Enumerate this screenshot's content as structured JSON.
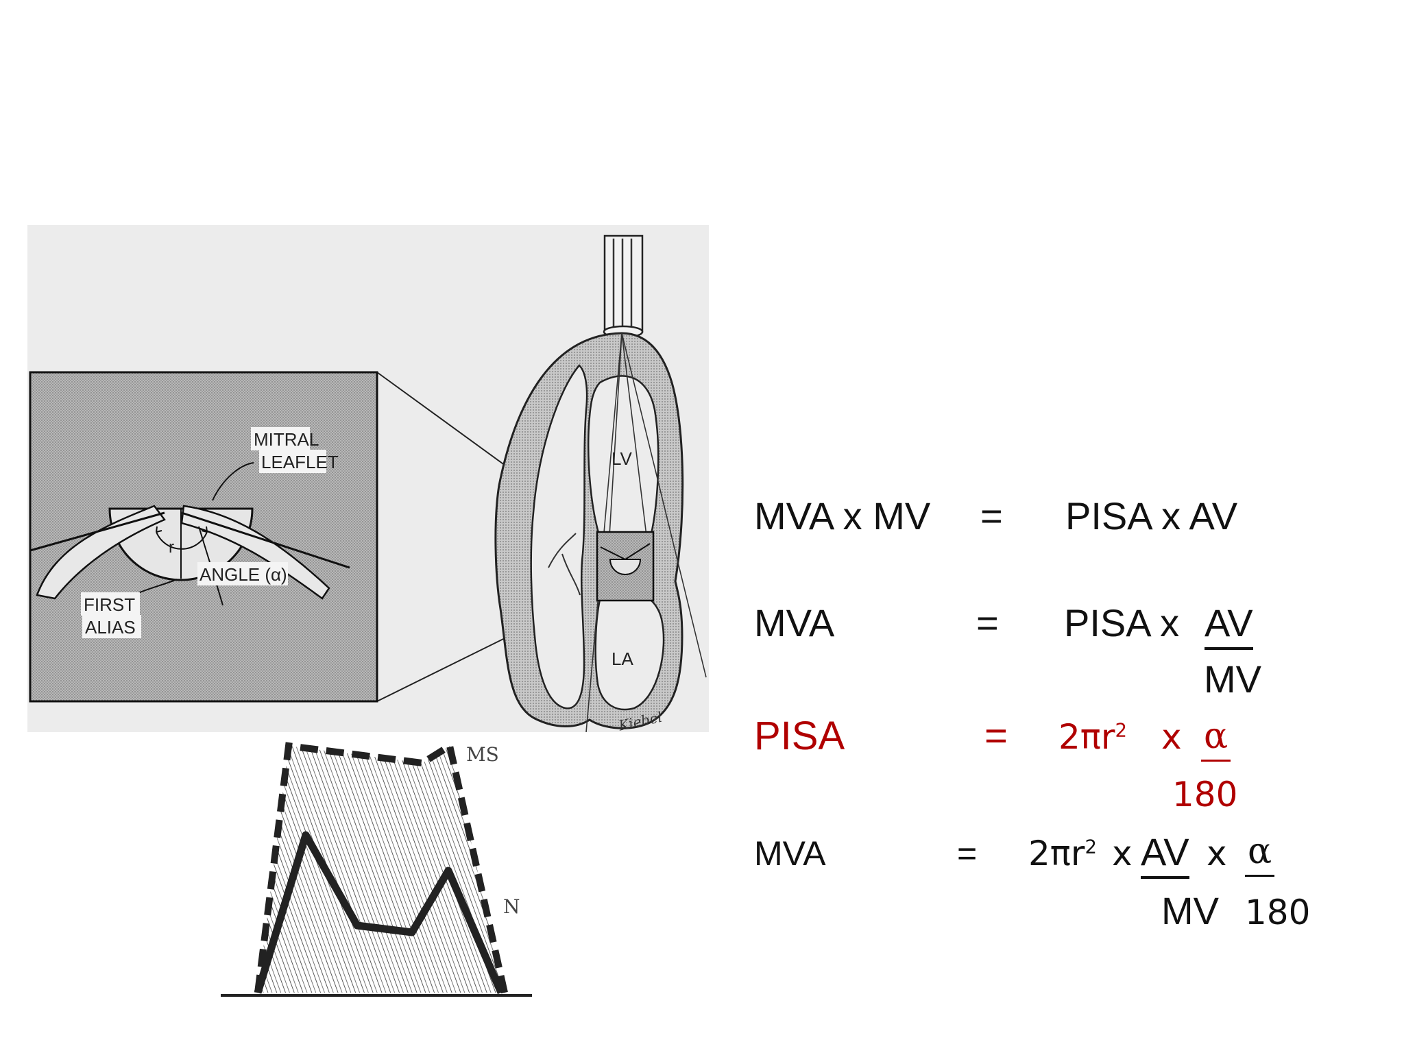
{
  "diagram": {
    "labels": {
      "mitral_1": "MITRAL",
      "mitral_2": "LEAFLET",
      "r": "r",
      "angle": "ANGLE (α)",
      "first_1": "FIRST",
      "first_2": "ALIAS",
      "lv": "LV",
      "la": "LA",
      "signature": "Kiebel"
    },
    "doppler_labels": {
      "ms": "MS",
      "n": "N"
    }
  },
  "equations": {
    "eq1": {
      "lhs": "MVA x MV",
      "eq": "=",
      "rhs": "PISA x AV"
    },
    "eq2": {
      "lhs": "MVA",
      "eq": "=",
      "rhs_prefix": "PISA x ",
      "num": "AV",
      "den": "MV"
    },
    "eq3": {
      "lhs": "PISA",
      "eq": "=",
      "coef": "2πr",
      "exp": "2",
      "times": "x",
      "alpha": "α",
      "den": "180"
    },
    "eq4": {
      "lhs": "MVA",
      "eq": "=",
      "coef": "2πr",
      "exp": "2",
      "times1": "x",
      "num": "AV",
      "times2": "x",
      "alpha": "α",
      "den1": "MV",
      "den2": "180"
    }
  },
  "colors": {
    "red": "#b00000",
    "panel": "#a9a9a9",
    "figure_bg": "#ececec"
  }
}
